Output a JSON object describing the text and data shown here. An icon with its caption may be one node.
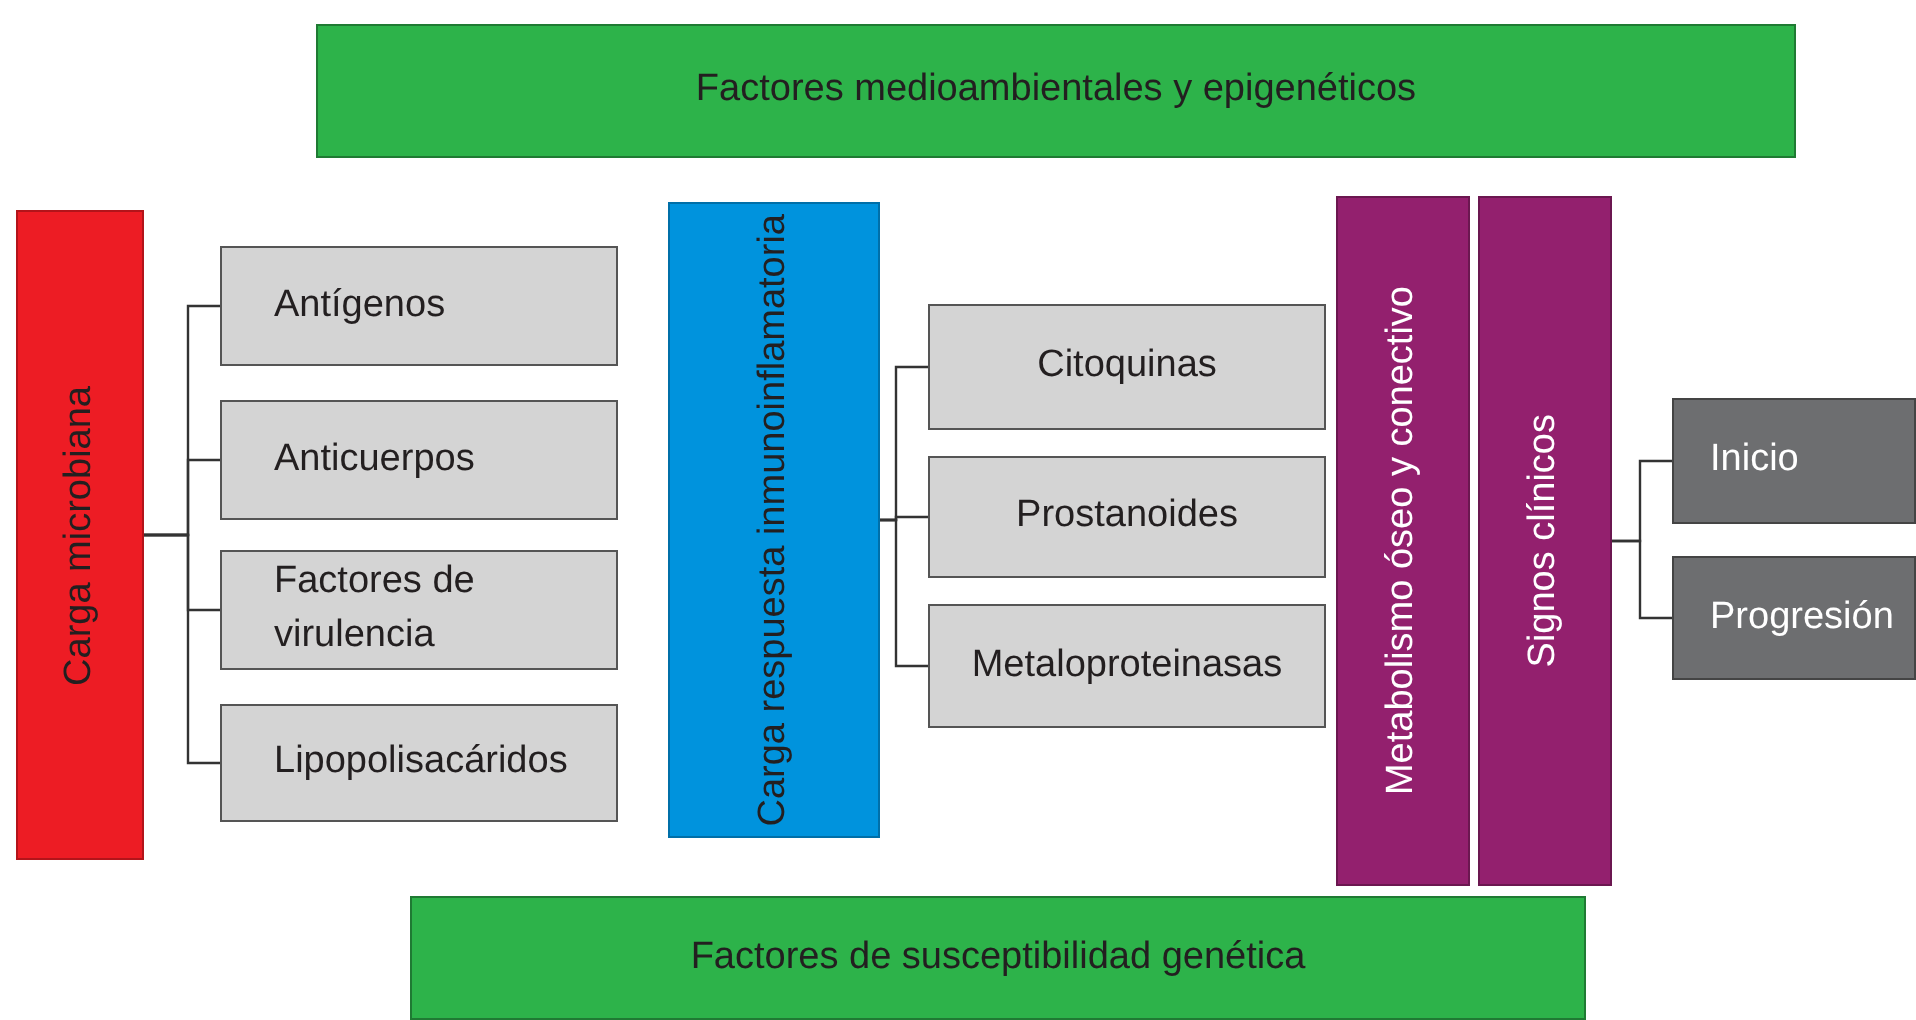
{
  "diagram": {
    "nodes": [
      {
        "text": [
          "Factores medioambientales y epigenéticos"
        ]
      },
      {
        "text": [
          "Carga microbiana"
        ]
      },
      {
        "text": [
          "Antígenos"
        ]
      },
      {
        "text": [
          "Anticuerpos"
        ]
      },
      {
        "text": [
          "Factores de virulencia"
        ]
      },
      {
        "text": [
          "Lipopolisacáridos"
        ]
      },
      {
        "text": [
          "Carga respuesta inmunoinflamatoria"
        ]
      },
      {
        "text": [
          "Citoquinas"
        ]
      },
      {
        "text": [
          "Prostanoides"
        ]
      },
      {
        "text": [
          "Metaloproteinasas"
        ]
      },
      {
        "text": [
          "Metabolismo óseo y conectivo"
        ]
      },
      {
        "text": [
          "Signos clínicos"
        ]
      },
      {
        "text": [
          "Inicio"
        ]
      },
      {
        "text": [
          "Progresión"
        ]
      },
      {
        "text": [
          "Factores de susceptibilidad genética"
        ]
      }
    ],
    "edges": [
      {
        "from": 1,
        "to": 2,
        "arrow": "none"
      },
      {
        "from": 1,
        "to": 3,
        "arrow": "none"
      },
      {
        "from": 1,
        "to": 4,
        "arrow": "none"
      },
      {
        "from": 1,
        "to": 5,
        "arrow": "none"
      },
      {
        "from": 6,
        "to": 7,
        "arrow": "none"
      },
      {
        "from": 6,
        "to": 8,
        "arrow": "none"
      },
      {
        "from": 6,
        "to": 9,
        "arrow": "none"
      },
      {
        "from": 11,
        "to": 12,
        "arrow": "none"
      },
      {
        "from": 11,
        "to": 13,
        "arrow": "none"
      }
    ]
  }
}
